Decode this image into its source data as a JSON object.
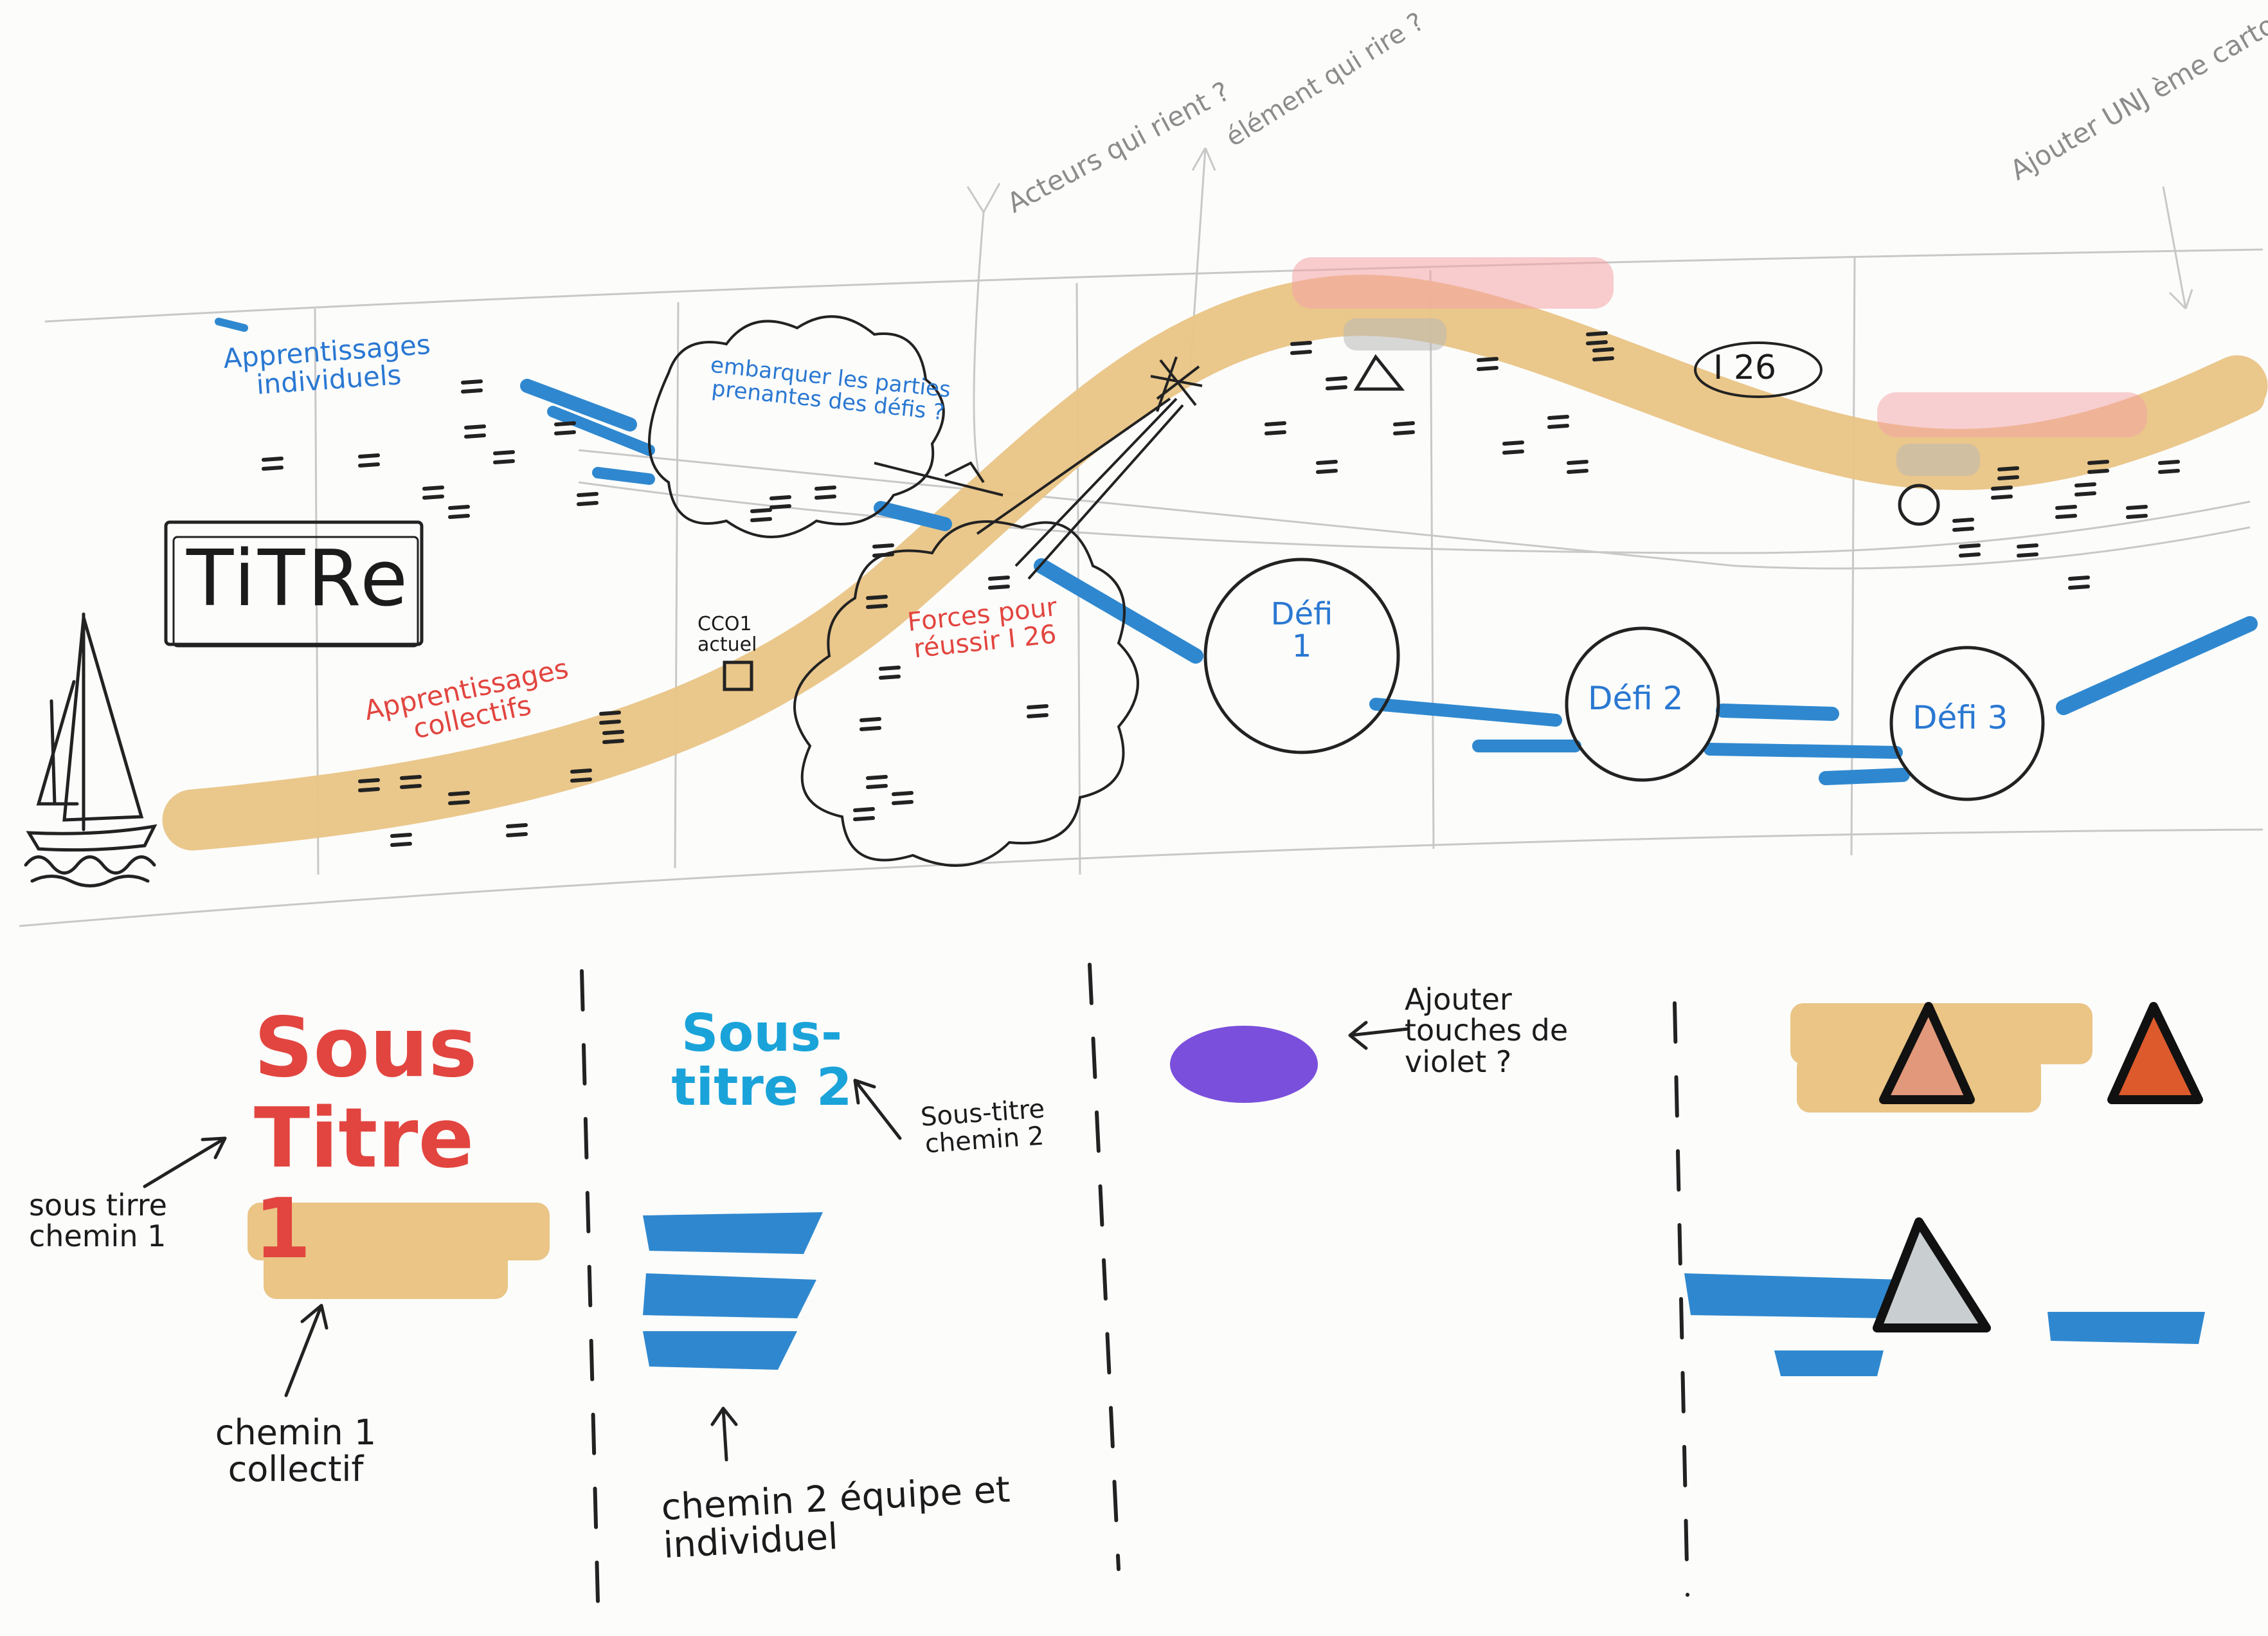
{
  "top_notes": {
    "acteurs": "Acteurs qui rient ?",
    "element": "élément qui rire ?",
    "ajouter": "Ajouter UNJ ème carton plume ?"
  },
  "map": {
    "title": "TiTRe",
    "apprentissages_individuels": "Apprentissages individuels",
    "apprentissages_collectifs": "Apprentissages collectifs",
    "embarquer": "embarquer les parties prenantes des défis ?",
    "cco1": "CCO1 actuel",
    "forces": "Forces pour réussir I 26",
    "i26": "I 26",
    "defi1": "Défi 1",
    "defi2": "Défi 2",
    "defi3": "Défi 3"
  },
  "legend": {
    "sous_titre_1": "Sous Titre 1",
    "sous_tirre_chemin_1": "sous tirre chemin 1",
    "chemin_1": "chemin 1 collectif",
    "sous_titre_2": "Sous-titre 2",
    "sous_titre_chemin_2": "Sous-titre chemin 2",
    "chemin_2": "chemin 2 équipe et individuel",
    "ajouter_touches": "Ajouter touches de violet ?"
  },
  "colors": {
    "path1": "#eac586",
    "path2": "#2f88cf",
    "red": "#e2453f",
    "violet": "#7a4fdc",
    "pencil": "#c4c4c4"
  }
}
